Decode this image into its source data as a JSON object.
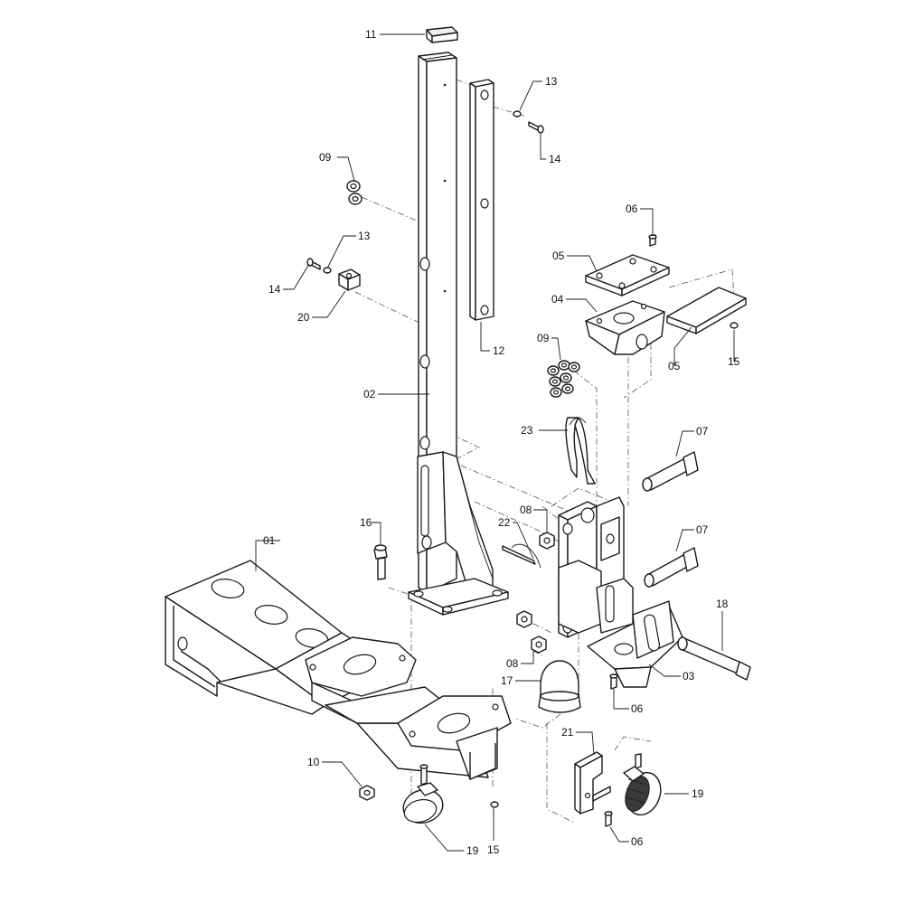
{
  "callouts": [
    {
      "id": "c01",
      "text": "01"
    },
    {
      "id": "c02",
      "text": "02"
    },
    {
      "id": "c03",
      "text": "03"
    },
    {
      "id": "c04",
      "text": "04"
    },
    {
      "id": "c05a",
      "text": "05"
    },
    {
      "id": "c05b",
      "text": "05"
    },
    {
      "id": "c06a",
      "text": "06"
    },
    {
      "id": "c06b",
      "text": "06"
    },
    {
      "id": "c06c",
      "text": "06"
    },
    {
      "id": "c07a",
      "text": "07"
    },
    {
      "id": "c07b",
      "text": "07"
    },
    {
      "id": "c08a",
      "text": "08"
    },
    {
      "id": "c08b",
      "text": "08"
    },
    {
      "id": "c09a",
      "text": "09"
    },
    {
      "id": "c09b",
      "text": "09"
    },
    {
      "id": "c10",
      "text": "10"
    },
    {
      "id": "c11",
      "text": "11"
    },
    {
      "id": "c12",
      "text": "12"
    },
    {
      "id": "c13a",
      "text": "13"
    },
    {
      "id": "c13b",
      "text": "13"
    },
    {
      "id": "c14a",
      "text": "14"
    },
    {
      "id": "c14b",
      "text": "14"
    },
    {
      "id": "c15a",
      "text": "15"
    },
    {
      "id": "c15b",
      "text": "15"
    },
    {
      "id": "c16",
      "text": "16"
    },
    {
      "id": "c17",
      "text": "17"
    },
    {
      "id": "c18",
      "text": "18"
    },
    {
      "id": "c19a",
      "text": "19"
    },
    {
      "id": "c19b",
      "text": "19"
    },
    {
      "id": "c20",
      "text": "20"
    },
    {
      "id": "c21",
      "text": "21"
    },
    {
      "id": "c22",
      "text": "22"
    },
    {
      "id": "c23",
      "text": "23"
    }
  ]
}
